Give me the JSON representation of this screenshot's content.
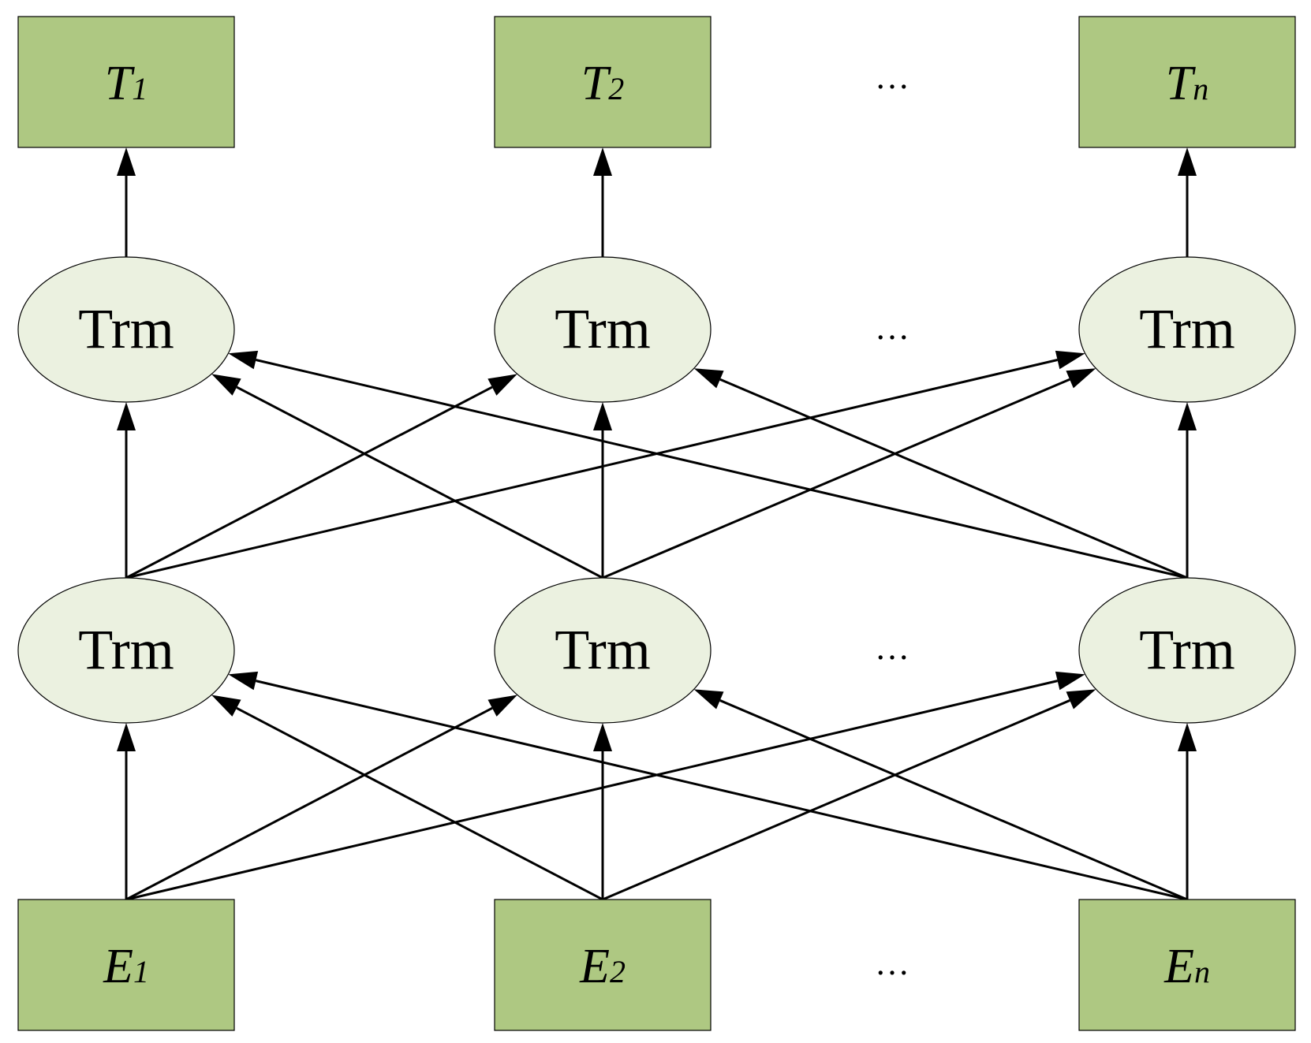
{
  "colors": {
    "box_fill": "#aec882",
    "ellipse_fill": "#ebf1e0",
    "stroke": "#000000"
  },
  "output_row": {
    "nodes": [
      {
        "main": "T",
        "sub": "1"
      },
      {
        "main": "T",
        "sub": "2"
      },
      {
        "main": "T",
        "sub": "n"
      }
    ],
    "ellipsis": "…"
  },
  "trm_upper_row": {
    "nodes": [
      {
        "label": "Trm"
      },
      {
        "label": "Trm"
      },
      {
        "label": "Trm"
      }
    ],
    "ellipsis": "…"
  },
  "trm_lower_row": {
    "nodes": [
      {
        "label": "Trm"
      },
      {
        "label": "Trm"
      },
      {
        "label": "Trm"
      }
    ],
    "ellipsis": "…"
  },
  "input_row": {
    "nodes": [
      {
        "main": "E",
        "sub": "1"
      },
      {
        "main": "E",
        "sub": "2"
      },
      {
        "main": "E",
        "sub": "n"
      }
    ],
    "ellipsis": "…"
  },
  "connections": {
    "inputs_to_lower_trm": "all-to-all",
    "lower_trm_to_upper_trm": "all-to-all",
    "upper_trm_to_outputs": "one-to-one"
  }
}
